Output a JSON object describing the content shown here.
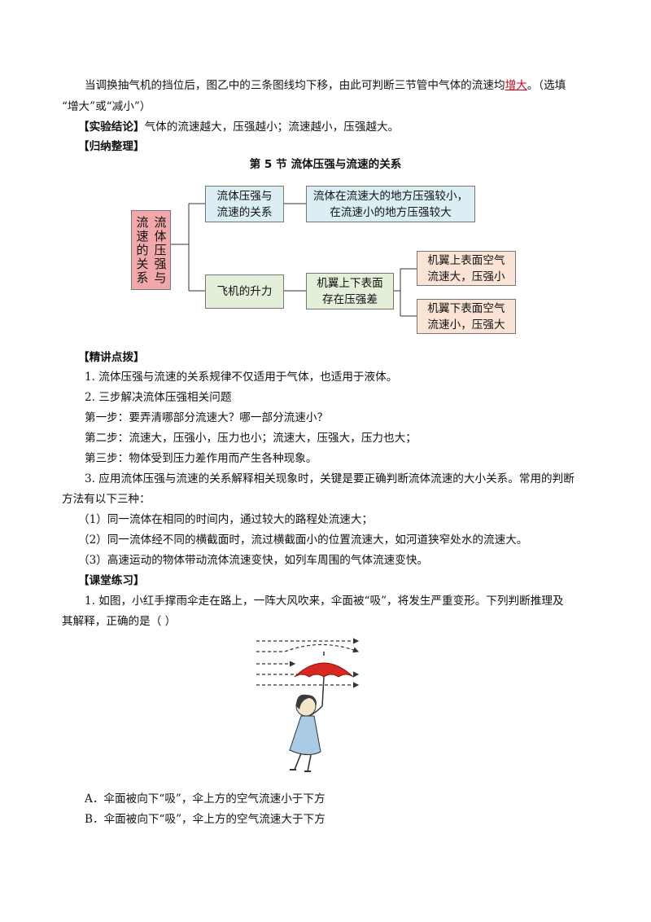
{
  "intro": {
    "line1_pre": "当调换抽气机的挡位后，图乙中的三条图线均下移，由此可判断三节管中气体的流速均",
    "line1_answer": "增大",
    "line1_post": "。（选填",
    "line2": "“增大”或“减小”）"
  },
  "conclusion": {
    "label": "【实验结论】",
    "text": "气体的流速越大，压强越小；流速越小，压强越大。"
  },
  "summary_label": "【归纳整理】",
  "section_title": "第 5 节  流体压强与流速的关系",
  "diagram": {
    "root_col1": "流速的关系",
    "root_col2": "流体压强与",
    "branch1": {
      "line1": "流体压强与",
      "line2": "流速的关系"
    },
    "branch1_detail": {
      "line1": "流体在流速大的地方压强较小，",
      "line2": "在流速小的地方压强较大"
    },
    "branch2": "飞机的升力",
    "branch2_detail": {
      "line1": "机翼上下表面",
      "line2": "存在压强差"
    },
    "leaf_top": {
      "line1": "机翼上表面空气",
      "line2": "流速大，压强小"
    },
    "leaf_bottom": {
      "line1": "机翼下表面空气",
      "line2": "流速小，压强大"
    }
  },
  "tips": {
    "label": "【精讲点拨】",
    "p1": "1. 流体压强与流速的关系规律不仅适用于气体，也适用于液体。",
    "p2": "2. 三步解决流体压强相关问题",
    "step1": "第一步：要弄清哪部分流速大？哪一部分流速小？",
    "step2": "第二步：流速大，压强小，压力也小；流速大，压强大，压力也大；",
    "step3": "第三步：物体受到压力差作用而产生各种现象。",
    "p3_line1": "3. 应用流体压强与流速的关系解释相关现象时，关键是要正确判断流体流速的大小关系。常用的判断",
    "p3_line2": "方法有以下三种：",
    "m1": "（1）同一流体在相同的时间内，通过较大的路程处流速大；",
    "m2": "（2）同一流体经不同的横截面时，流过横截面小的位置流速大，如河道狭窄处水的流速大。",
    "m3": "（3）高速运动的物体带动流体流速变快，如列车周围的气体流速变快。"
  },
  "practice": {
    "label": "【课堂练习】",
    "q1_line1": "1. 如图，小红手撑雨伞走在路上，一阵大风吹来，伞面被“吸”，将发生严重变形。下列判断推理及",
    "q1_line2": "其解释，正确的是（      ）",
    "optA": "A．伞面被向下“吸”，伞上方的空气流速小于下方",
    "optB": "B．伞面被向下“吸”，伞上方的空气流速大于下方"
  },
  "colors": {
    "answer": "#d0021b",
    "umbrella": "#d8281f",
    "dress": "#a9cbe6",
    "root_box": "#f2a7ab",
    "blue_box": "#dbeef4",
    "green_box": "#e3efd9",
    "peach_box": "#fbe4d6"
  }
}
